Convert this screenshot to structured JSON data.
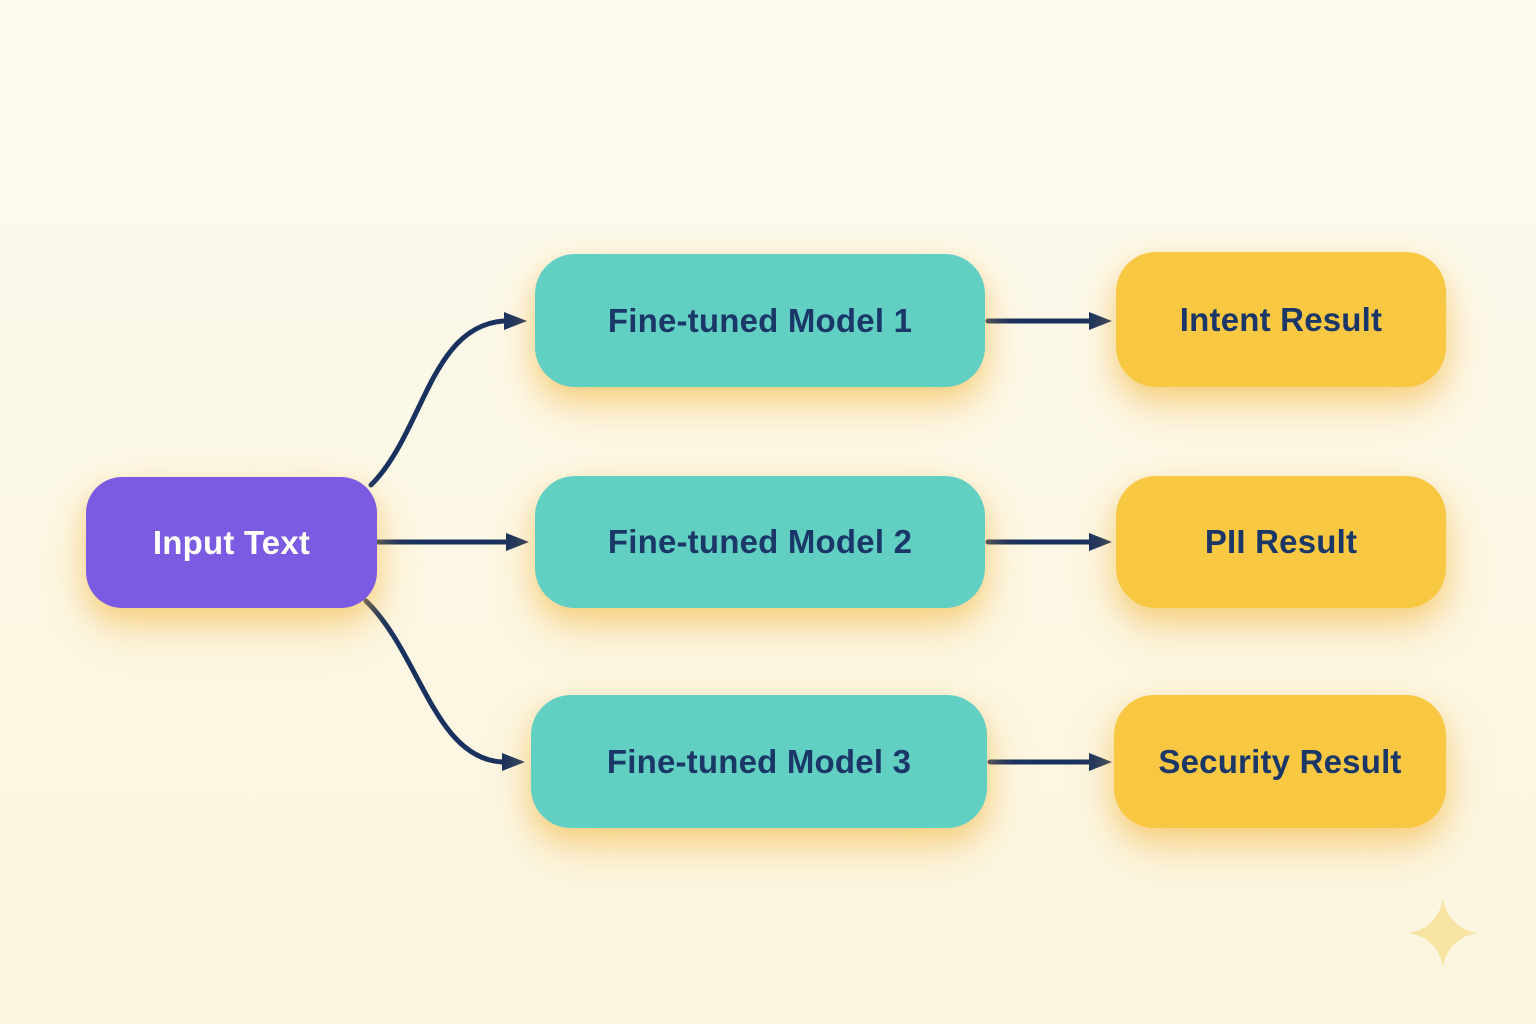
{
  "diagram": {
    "background_color": "#fcf7e4",
    "arrow_color": "#18315f",
    "input_node": {
      "label": "Input Text",
      "color": "#7b5be1",
      "text_color": "#ffffff"
    },
    "model_nodes": [
      {
        "label": "Fine-tuned Model 1",
        "color": "#61d0c3",
        "text_color": "#1b3768"
      },
      {
        "label": "Fine-tuned Model 2",
        "color": "#61d0c3",
        "text_color": "#1b3768"
      },
      {
        "label": "Fine-tuned Model 3",
        "color": "#61d0c3",
        "text_color": "#1b3768"
      }
    ],
    "result_nodes": [
      {
        "label": "Intent Result",
        "color": "#f8c843",
        "text_color": "#1b3768"
      },
      {
        "label": "PII Result",
        "color": "#f8c843",
        "text_color": "#1b3768"
      },
      {
        "label": "Security Result",
        "color": "#f8c843",
        "text_color": "#1b3768"
      }
    ],
    "decoration": {
      "sparkle_color": "#f7e3a2"
    }
  }
}
